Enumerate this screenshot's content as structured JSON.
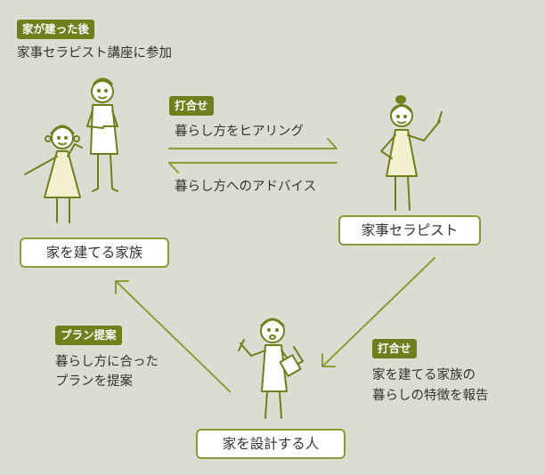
{
  "intro": {
    "tag": "家が建った後",
    "text": "家事セラピスト講座に参加"
  },
  "nodes": {
    "family": "家を建てる家族",
    "therapist": "家事セラピスト",
    "designer": "家を設計する人"
  },
  "edges": {
    "top": {
      "tag": "打合せ",
      "to_therapist": "暮らし方をヒアリング",
      "to_family": "暮らし方へのアドバイス"
    },
    "left": {
      "tag": "プラン提案",
      "line1": "暮らし方に合った",
      "line2": "プランを提案"
    },
    "right": {
      "tag": "打合せ",
      "line1": "家を建てる家族の",
      "line2": "暮らしの特徴を報告"
    }
  },
  "colors": {
    "background": "#dcdcd2",
    "accent": "#6f7f1d",
    "line": "#8c9a3a"
  }
}
